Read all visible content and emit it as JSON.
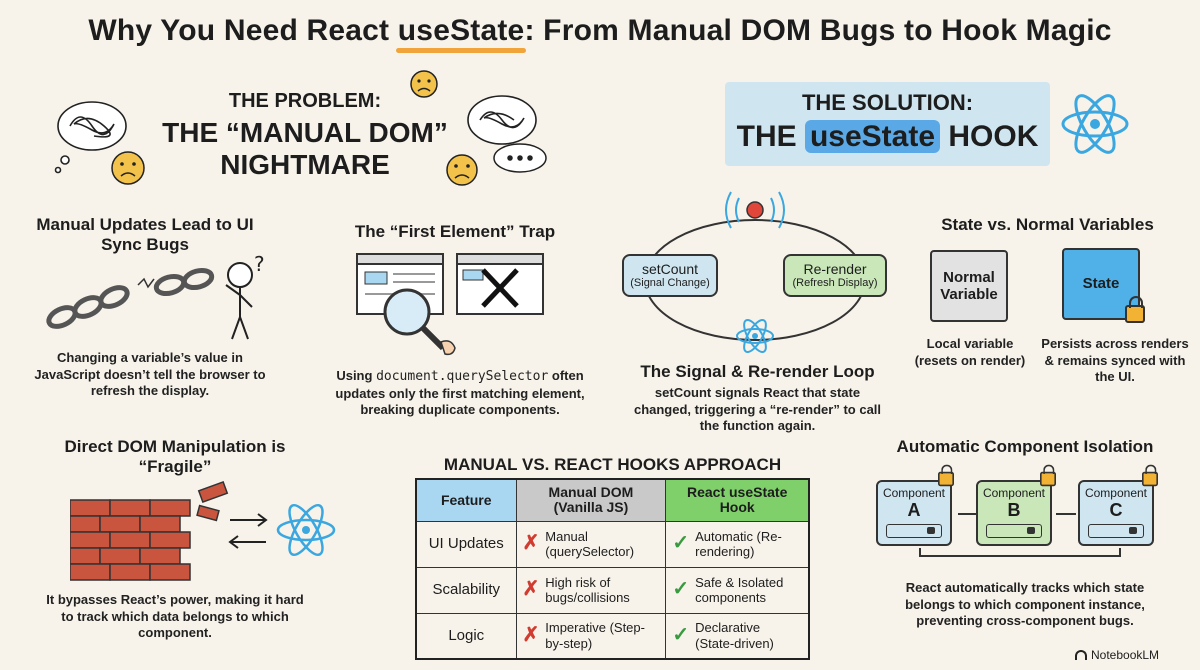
{
  "title": {
    "pre": "Why You Need React ",
    "highlight": "useState",
    "post": ": From Manual DOM Bugs to Hook Magic"
  },
  "problem": {
    "line1": "THE PROBLEM:",
    "line2": "THE “MANUAL DOM”",
    "line3": "NIGHTMARE"
  },
  "solution": {
    "line1": "THE SOLUTION:",
    "line2_pre": "THE",
    "line2_pill": "useState",
    "line2_post": "HOOK"
  },
  "manual_updates": {
    "heading": "Manual Updates Lead to UI Sync Bugs",
    "text": "Changing a variable’s value in JavaScript doesn’t tell the browser to refresh the display."
  },
  "first_element": {
    "heading": "The “First Element” Trap",
    "text_pre": "Using",
    "code": "document.querySelector",
    "text_post": "often updates only the first matching element, breaking duplicate components."
  },
  "loop": {
    "node_left_main": "setCount",
    "node_left_sub": "(Signal Change)",
    "node_right_main": "Re-render",
    "node_right_sub": "(Refresh Display)",
    "heading": "The Signal & Re-render Loop",
    "text": "setCount signals React that state changed, triggering a “re-render” to call the function again."
  },
  "state_vs_normal": {
    "heading": "State vs. Normal Variables",
    "normal_label": "Normal Variable",
    "state_label": "State",
    "normal_desc": "Local variable (resets on render)",
    "state_desc": "Persists across renders & remains synced with the UI."
  },
  "direct_dom": {
    "heading": "Direct DOM Manipulation is “Fragile”",
    "text": "It bypasses React’s power, making it hard to track which data belongs to which component."
  },
  "comparison": {
    "heading": "MANUAL VS. REACT HOOKS APPROACH",
    "headers": [
      "Feature",
      "Manual DOM (Vanilla JS)",
      "React useState Hook"
    ],
    "rows": [
      {
        "feature": "UI Updates",
        "manual": "Manual (querySelector)",
        "react": "Automatic (Re-rendering)"
      },
      {
        "feature": "Scalability",
        "manual": "High risk of bugs/collisions",
        "react": "Safe & Isolated components"
      },
      {
        "feature": "Logic",
        "manual": "Imperative (Step-by-step)",
        "react": "Declarative (State-driven)"
      }
    ]
  },
  "isolation": {
    "heading": "Automatic Component Isolation",
    "component_label": "Component",
    "letters": [
      "A",
      "B",
      "C"
    ],
    "text": "React automatically tracks which state belongs to which component instance, preventing cross-component bugs."
  },
  "brand": "NotebookLM",
  "colors": {
    "background": "#f7f3ea",
    "solution_bg": "#cfe6f1",
    "react_blue": "#3aa7e0",
    "highlight_pill": "#5aa9e6",
    "manual_header": "#c9c9c9",
    "react_header": "#7fcf6a",
    "feature_header": "#a9d7f2",
    "cross": "#d23b30",
    "check": "#3a9a40",
    "lock": "#f2b233",
    "underline": "#f0a43a"
  },
  "icons": [
    "worried-face-icon",
    "tangled-scribble-icon",
    "thought-bubble-icon",
    "broken-chain-icon",
    "confused-stick-figure-icon",
    "browser-window-icon",
    "magnifier-icon",
    "x-mark-icon",
    "radio-signal-icon",
    "react-atom-icon",
    "lock-icon",
    "broken-brick-wall-icon",
    "arrow-icon",
    "check-mark-icon",
    "notebooklm-logo-icon"
  ]
}
